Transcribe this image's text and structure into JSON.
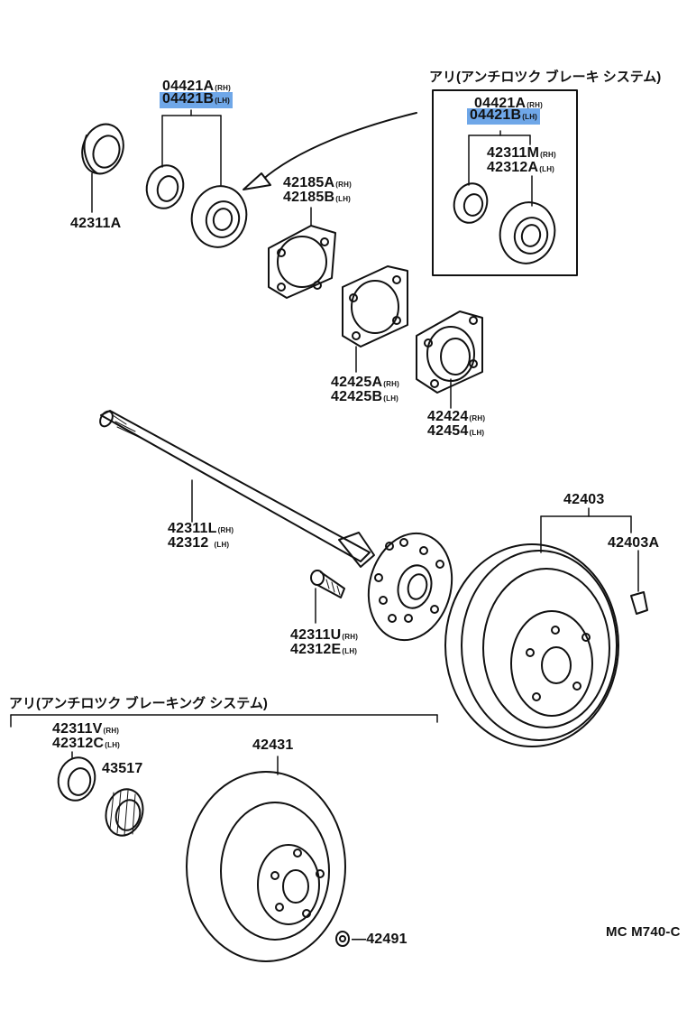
{
  "accent_highlight_color": "#6fa7e8",
  "abs_caption_top": "アリ(アンチロツク ブレーキ システム)",
  "abs_caption_bottom": "アリ(アンチロツク ブレーキング システム)",
  "parts": {
    "p04421A_left": {
      "code": "04421A",
      "suffix": "(RH)"
    },
    "p04421B_left": {
      "code": "04421B",
      "suffix": "(LH)"
    },
    "p42311A": {
      "code": "42311A"
    },
    "p42185A": {
      "code": "42185A",
      "suffix": "(RH)"
    },
    "p42185B": {
      "code": "42185B",
      "suffix": "(LH)"
    },
    "p04421A_right": {
      "code": "04421A",
      "suffix": "(RH)"
    },
    "p04421B_right": {
      "code": "04421B",
      "suffix": "(LH)"
    },
    "p42311M": {
      "code": "42311M",
      "suffix": "(RH)"
    },
    "p42312A": {
      "code": "42312A",
      "suffix": "(LH)"
    },
    "p42425A": {
      "code": "42425A",
      "suffix": "(RH)"
    },
    "p42425B": {
      "code": "42425B",
      "suffix": "(LH)"
    },
    "p42424": {
      "code": "42424",
      "suffix": "(RH)"
    },
    "p42454": {
      "code": "42454",
      "suffix": "(LH)"
    },
    "p42311L": {
      "code": "42311L",
      "suffix": "(RH)"
    },
    "p42312": {
      "code": "42312",
      "suffix": "(LH)"
    },
    "p42403": {
      "code": "42403"
    },
    "p42403A": {
      "code": "42403A"
    },
    "p42311U": {
      "code": "42311U",
      "suffix": "(RH)"
    },
    "p42312E": {
      "code": "42312E",
      "suffix": "(LH)"
    },
    "p42311V": {
      "code": "42311V",
      "suffix": "(RH)"
    },
    "p42312C": {
      "code": "42312C",
      "suffix": "(LH)"
    },
    "p43517": {
      "code": "43517"
    },
    "p42431": {
      "code": "42431"
    },
    "p42491": {
      "code": "—42491"
    }
  },
  "diagram_code": "MC M740-C"
}
